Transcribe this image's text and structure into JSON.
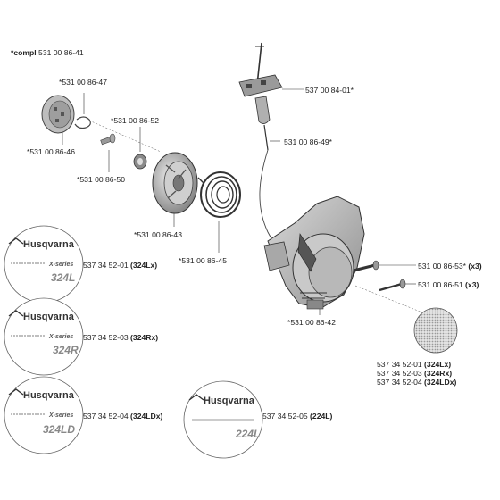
{
  "header": {
    "prefix": "*compl",
    "part": "531 00 86-41"
  },
  "parts": {
    "p47": "*531 00 86-47",
    "p46": "*531 00 86-46",
    "p52": "*531 00 86-52",
    "p50": "*531 00 86-50",
    "p43": "*531 00 86-43",
    "p45": "*531 00 86-45",
    "p01": "537 00 84-01*",
    "p49": "531 00 86-49*",
    "p53": "531 00 86-53*",
    "p53q": "(x3)",
    "p51": "531 00 86-51",
    "p51q": "(x3)",
    "p42": "*531 00 86-42"
  },
  "decals": [
    {
      "part": "537 34 52-01",
      "model": "(324Lx)",
      "brand": "Husqvarna",
      "series": "X-series",
      "badge": "324L"
    },
    {
      "part": "537 34 52-03",
      "model": "(324Rx)",
      "brand": "Husqvarna",
      "series": "X-series",
      "badge": "324R"
    },
    {
      "part": "537 34 52-04",
      "model": "(324LDx)",
      "brand": "Husqvarna",
      "series": "X-series",
      "badge": "324LD"
    },
    {
      "part": "537 34 52-05",
      "model": "(224L)",
      "brand": "Husqvarna",
      "series": "",
      "badge": "224L"
    }
  ],
  "mesh_labels": [
    {
      "part": "537 34 52-01",
      "model": "(324Lx)"
    },
    {
      "part": "537 34 52-03",
      "model": "(324Rx)"
    },
    {
      "part": "537 34 52-04",
      "model": "(324LDx)"
    }
  ]
}
